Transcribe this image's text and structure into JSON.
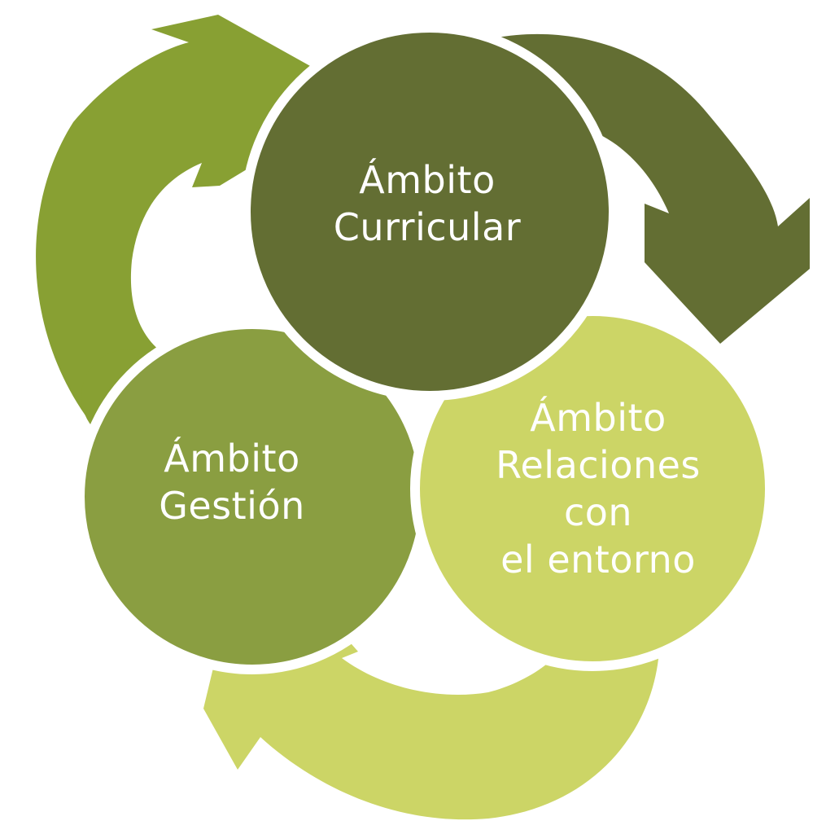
{
  "colors": {
    "curricular": "#636e33",
    "gestion": "#8a9e41",
    "relaciones": "#ccd566",
    "arrow_gestion": "#88a033",
    "text": "#ffffff",
    "background": "#ffffff"
  },
  "nodes": {
    "curricular": {
      "line1": "Ámbito",
      "line2": "Curricular"
    },
    "gestion": {
      "line1": "Ámbito",
      "line2": "Gestión"
    },
    "relaciones": {
      "line1": "Ámbito",
      "line2": "Relaciones",
      "line3": "con",
      "line4": "el entorno"
    }
  }
}
